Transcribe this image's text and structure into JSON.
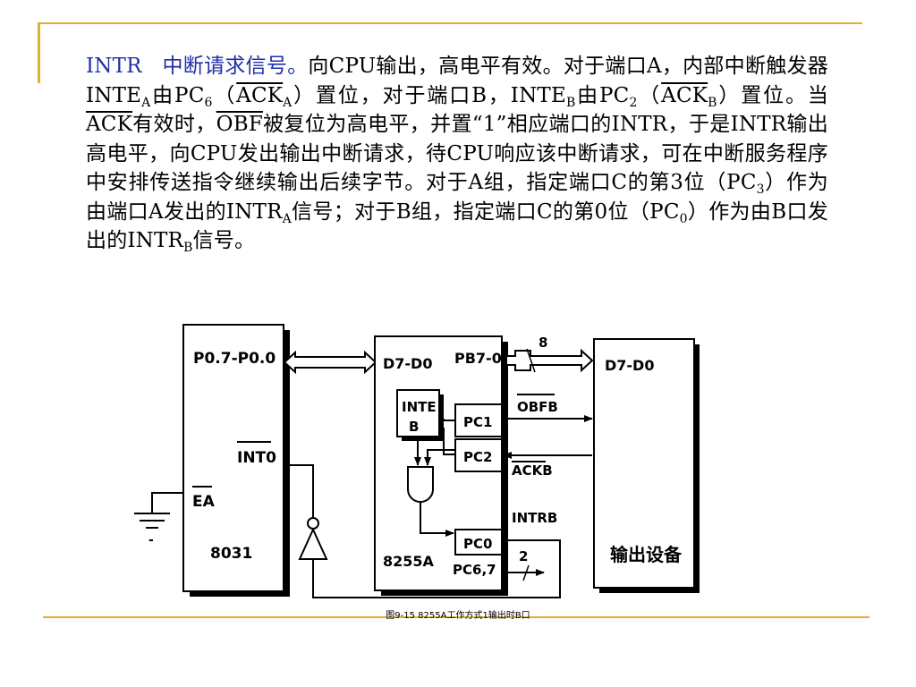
{
  "text": {
    "intr": "INTR",
    "intr_desc": "中断请求信号。",
    "p1": "向CPU输出，高电平有效。对于端口A，内部中断触发器INTE",
    "sub_a1": "A",
    "p2": "由PC",
    "sub_6": "6",
    "p3": "（",
    "ack": "ACK",
    "sub_a2": "A",
    "p4": "）置位，对于端口B，INTE",
    "sub_b1": "B",
    "p5": "由PC",
    "sub_2": "2",
    "p6": "（",
    "ack2": "ACK",
    "sub_b2": "B",
    "p7": "）置位。当",
    "ack3": "ACK",
    "p8": "有效时，",
    "obf": "OBF",
    "p9": "被复位为高电平，并置“1”相应端口的INTR，于是INTR输出高电平，向CPU发出输出中断请求，待CPU响应该中断请求，可在中断服务程序中安排传送指令继续输出后续字节。对于A组，指定端口C的第3位（PC",
    "sub_3": "3",
    "p10": "）作为由端口A发出的INTR",
    "sub_a3": "A",
    "p11": "信号；对于B组，指定端口C的第0位（PC",
    "sub_0": "0",
    "p12": "）作为由B口发出的INTR",
    "sub_b3": "B",
    "p13": "信号。"
  },
  "diagram": {
    "cpu_port": "P0.7-P0.0",
    "int0": "INT0",
    "ea": "EA",
    "cpu_name": "8031",
    "d7d0": "D7-D0",
    "pb": "PB7-0",
    "bus_width": "8",
    "inte_top": "INTE",
    "inte_bot": "B",
    "pc1": "PC1",
    "pc2": "PC2",
    "pc0": "PC0",
    "pc67": "PC6,7",
    "chip_name": "8255A",
    "obfb": "OBFB",
    "ackb": "ACKB",
    "intrb": "INTRB",
    "two": "2",
    "dev_d7d0": "D7-D0",
    "dev_name": "输出设备",
    "minus": "-"
  },
  "caption": "图9-15 8255A工作方式1输出时B口",
  "colors": {
    "rule": "#e0b030",
    "highlight": "#1f2fa8"
  }
}
